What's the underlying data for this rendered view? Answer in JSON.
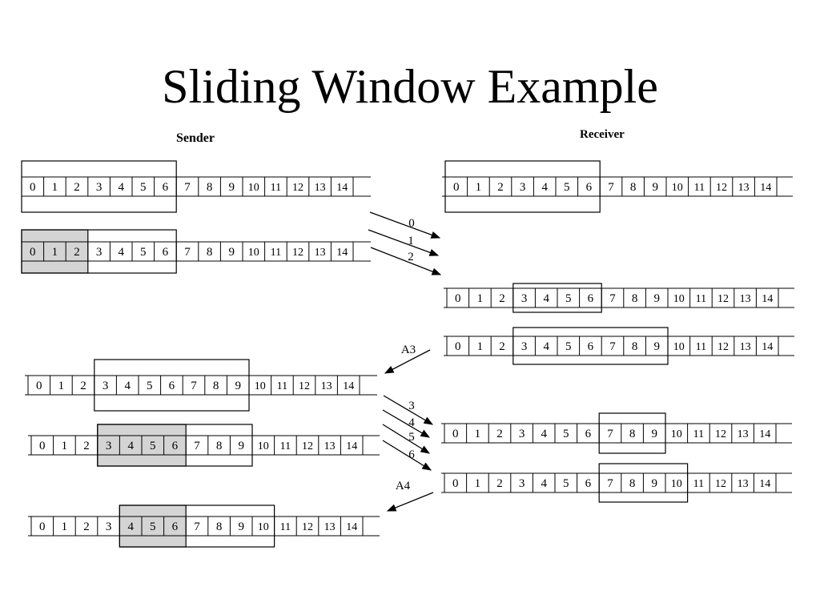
{
  "title": "Sliding Window Example",
  "sender_label": "Sender",
  "receiver_label": "Receiver",
  "sequence_numbers": [
    "0",
    "1",
    "2",
    "3",
    "4",
    "5",
    "6",
    "7",
    "8",
    "9",
    "10",
    "11",
    "12",
    "13",
    "14"
  ],
  "colors": {
    "line": "#000000",
    "highlight": "#d4d4d4",
    "background": "#ffffff"
  },
  "rows": [
    {
      "id": "sender-row-1",
      "side": "sender",
      "window": [
        0,
        6
      ],
      "shaded": []
    },
    {
      "id": "sender-row-2",
      "side": "sender",
      "window": [
        0,
        6
      ],
      "shaded": [
        0,
        2
      ]
    },
    {
      "id": "receiver-row-1",
      "side": "receiver",
      "window": [
        0,
        6
      ],
      "shaded": []
    },
    {
      "id": "receiver-row-2",
      "side": "receiver",
      "window": [
        3,
        6
      ],
      "shaded": []
    },
    {
      "id": "receiver-row-3",
      "side": "receiver",
      "window": [
        3,
        9
      ],
      "shaded": []
    },
    {
      "id": "sender-row-3",
      "side": "sender",
      "window": [
        3,
        9
      ],
      "shaded": []
    },
    {
      "id": "sender-row-4",
      "side": "sender",
      "window": [
        3,
        9
      ],
      "shaded": [
        3,
        6
      ]
    },
    {
      "id": "receiver-row-4",
      "side": "receiver",
      "window": [
        7,
        9
      ],
      "shaded": []
    },
    {
      "id": "receiver-row-5",
      "side": "receiver",
      "window": [
        7,
        10
      ],
      "shaded": []
    },
    {
      "id": "sender-row-5",
      "side": "sender",
      "window": [
        4,
        10
      ],
      "shaded": [
        4,
        6
      ]
    }
  ],
  "messages": [
    {
      "id": "frame-0",
      "label": "0",
      "direction": "to-receiver"
    },
    {
      "id": "frame-1",
      "label": "1",
      "direction": "to-receiver"
    },
    {
      "id": "frame-2",
      "label": "2",
      "direction": "to-receiver"
    },
    {
      "id": "ack-3",
      "label": "A3",
      "direction": "to-sender"
    },
    {
      "id": "frame-3",
      "label": "3",
      "direction": "to-receiver"
    },
    {
      "id": "frame-4",
      "label": "4",
      "direction": "to-receiver"
    },
    {
      "id": "frame-5",
      "label": "5",
      "direction": "to-receiver"
    },
    {
      "id": "frame-6",
      "label": "6",
      "direction": "to-receiver"
    },
    {
      "id": "ack-4",
      "label": "A4",
      "direction": "to-sender"
    }
  ]
}
